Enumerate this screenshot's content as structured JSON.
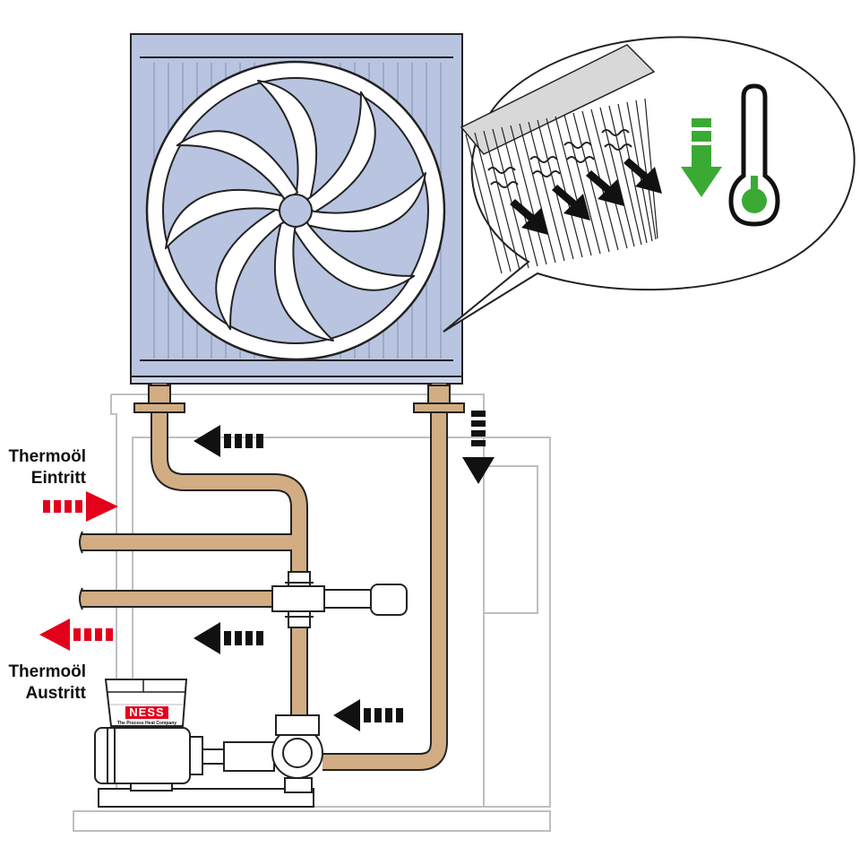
{
  "labels": {
    "inlet_line1": "Thermoöl",
    "inlet_line2": "Eintritt",
    "outlet_line1": "Thermoöl",
    "outlet_line2": "Austritt"
  },
  "logo": {
    "brand": "NESS",
    "tagline": "The Process Heat Company"
  },
  "icons": [
    "fan-icon",
    "thermometer-icon",
    "down-arrow-icon",
    "flow-arrow-icon",
    "heat-wave-icon"
  ],
  "colors": {
    "cooler_body": "#b9c5e0",
    "cooler_dark": "#a9b6d6",
    "pipe": "#d2ad84",
    "inlet_arrow": "#e3001b",
    "outlet_arrow": "#e3001b",
    "flow_arrow": "#111111",
    "temp_indicator": "#3aaa35",
    "logo_red": "#e3001b"
  }
}
